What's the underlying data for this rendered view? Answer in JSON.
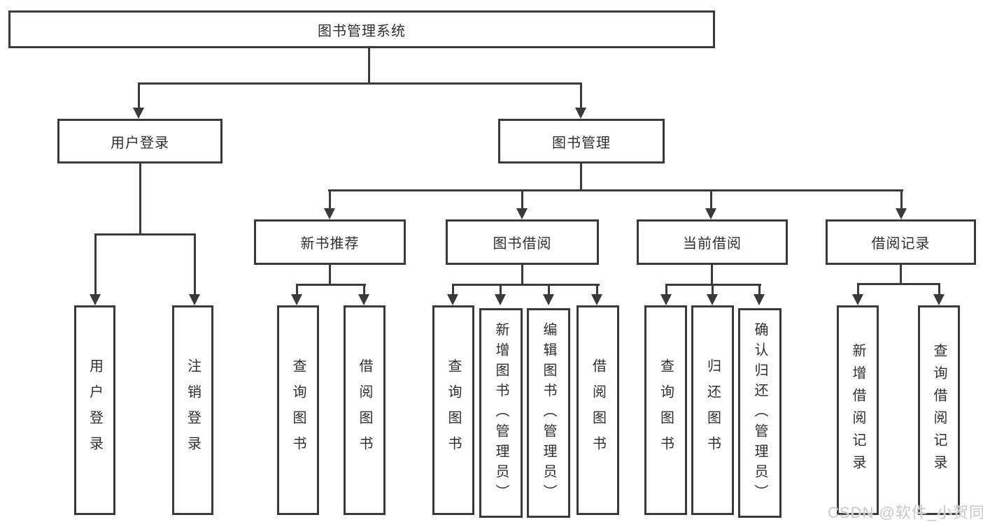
{
  "diagram": {
    "type": "tree",
    "title": "图书管理系统"
  },
  "colors": {
    "line": "#3a3a3a",
    "text": "#2f2f2f",
    "background": "#ffffff",
    "watermark": "#c8c8c8"
  },
  "nodes": {
    "root": {
      "label": "图书管理系统"
    },
    "level2": [
      {
        "label": "用户登录",
        "parent": "图书管理系统"
      },
      {
        "label": "图书管理",
        "parent": "图书管理系统"
      }
    ],
    "level3": [
      {
        "label": "新书推荐",
        "parent": "图书管理"
      },
      {
        "label": "图书借阅",
        "parent": "图书管理"
      },
      {
        "label": "当前借阅",
        "parent": "图书管理"
      },
      {
        "label": "借阅记录",
        "parent": "图书管理"
      }
    ],
    "leaves": [
      {
        "label": "用户登录",
        "parent": "用户登录"
      },
      {
        "label": "注销登录",
        "parent": "用户登录"
      },
      {
        "label": "查询图书",
        "parent": "新书推荐"
      },
      {
        "label": "借阅图书",
        "parent": "新书推荐"
      },
      {
        "label": "查询图书",
        "parent": "图书借阅"
      },
      {
        "label": "新增图书（管理员）",
        "parent": "图书借阅"
      },
      {
        "label": "编辑图书（管理员）",
        "parent": "图书借阅"
      },
      {
        "label": "借阅图书",
        "parent": "图书借阅"
      },
      {
        "label": "查询图书",
        "parent": "当前借阅"
      },
      {
        "label": "归还图书",
        "parent": "当前借阅"
      },
      {
        "label": "确认归还（管理员）",
        "parent": "当前借阅"
      },
      {
        "label": "新增借阅记录",
        "parent": "借阅记录"
      },
      {
        "label": "查询借阅记录",
        "parent": "借阅记录"
      }
    ]
  },
  "watermark": {
    "text": "CSDN @软件_小贺同学"
  }
}
